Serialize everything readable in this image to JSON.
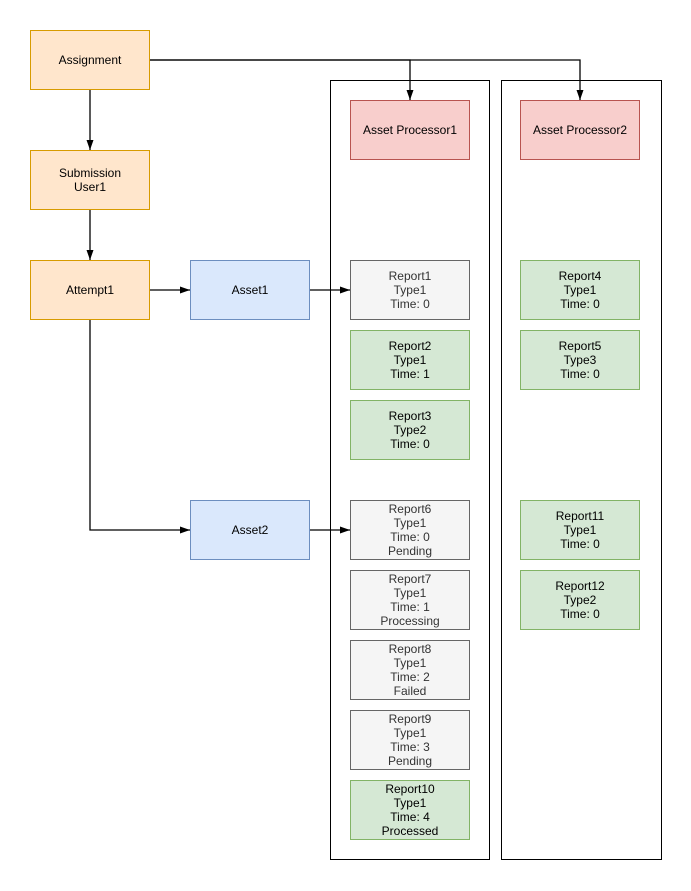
{
  "colors": {
    "canvas-bg": "#ffffff",
    "edge": "#000000",
    "text": "#000000",
    "orange-fill": "#FFE6CC",
    "orange-border": "#D79B00",
    "blue-fill": "#DAE8FC",
    "blue-border": "#6C8EBF",
    "pink-fill": "#F8CECC",
    "pink-border": "#B85450",
    "green-fill": "#D5E8D4",
    "green-border": "#82B366",
    "gray-fill": "#F5F5F5",
    "gray-border": "#666666",
    "gray-text": "#333333"
  },
  "nodes": {
    "assignment": {
      "lines": [
        "Assignment"
      ]
    },
    "submission_user1": {
      "lines": [
        "Submission",
        "User1"
      ]
    },
    "attempt1": {
      "lines": [
        "Attempt1"
      ]
    },
    "asset1": {
      "lines": [
        "Asset1"
      ]
    },
    "asset2": {
      "lines": [
        "Asset2"
      ]
    },
    "asset_processor1": {
      "lines": [
        "Asset Processor1"
      ]
    },
    "asset_processor2": {
      "lines": [
        "Asset Processor2"
      ]
    },
    "report1": {
      "lines": [
        "Report1",
        "Type1",
        "Time: 0"
      ]
    },
    "report2": {
      "lines": [
        "Report2",
        "Type1",
        "Time: 1"
      ]
    },
    "report3": {
      "lines": [
        "Report3",
        "Type2",
        "Time: 0"
      ]
    },
    "report4": {
      "lines": [
        "Report4",
        "Type1",
        "Time: 0"
      ]
    },
    "report5": {
      "lines": [
        "Report5",
        "Type3",
        "Time: 0"
      ]
    },
    "report6": {
      "lines": [
        "Report6",
        "Type1",
        "Time: 0",
        "Pending"
      ]
    },
    "report7": {
      "lines": [
        "Report7",
        "Type1",
        "Time: 1",
        "Processing"
      ]
    },
    "report8": {
      "lines": [
        "Report8",
        "Type1",
        "Time: 2",
        "Failed"
      ]
    },
    "report9": {
      "lines": [
        "Report9",
        "Type1",
        "Time: 3",
        "Pending"
      ]
    },
    "report10": {
      "lines": [
        "Report10",
        "Type1",
        "Time: 4",
        "Processed"
      ]
    },
    "report11": {
      "lines": [
        "Report11",
        "Type1",
        "Time: 0"
      ]
    },
    "report12": {
      "lines": [
        "Report12",
        "Type2",
        "Time: 0"
      ]
    }
  }
}
